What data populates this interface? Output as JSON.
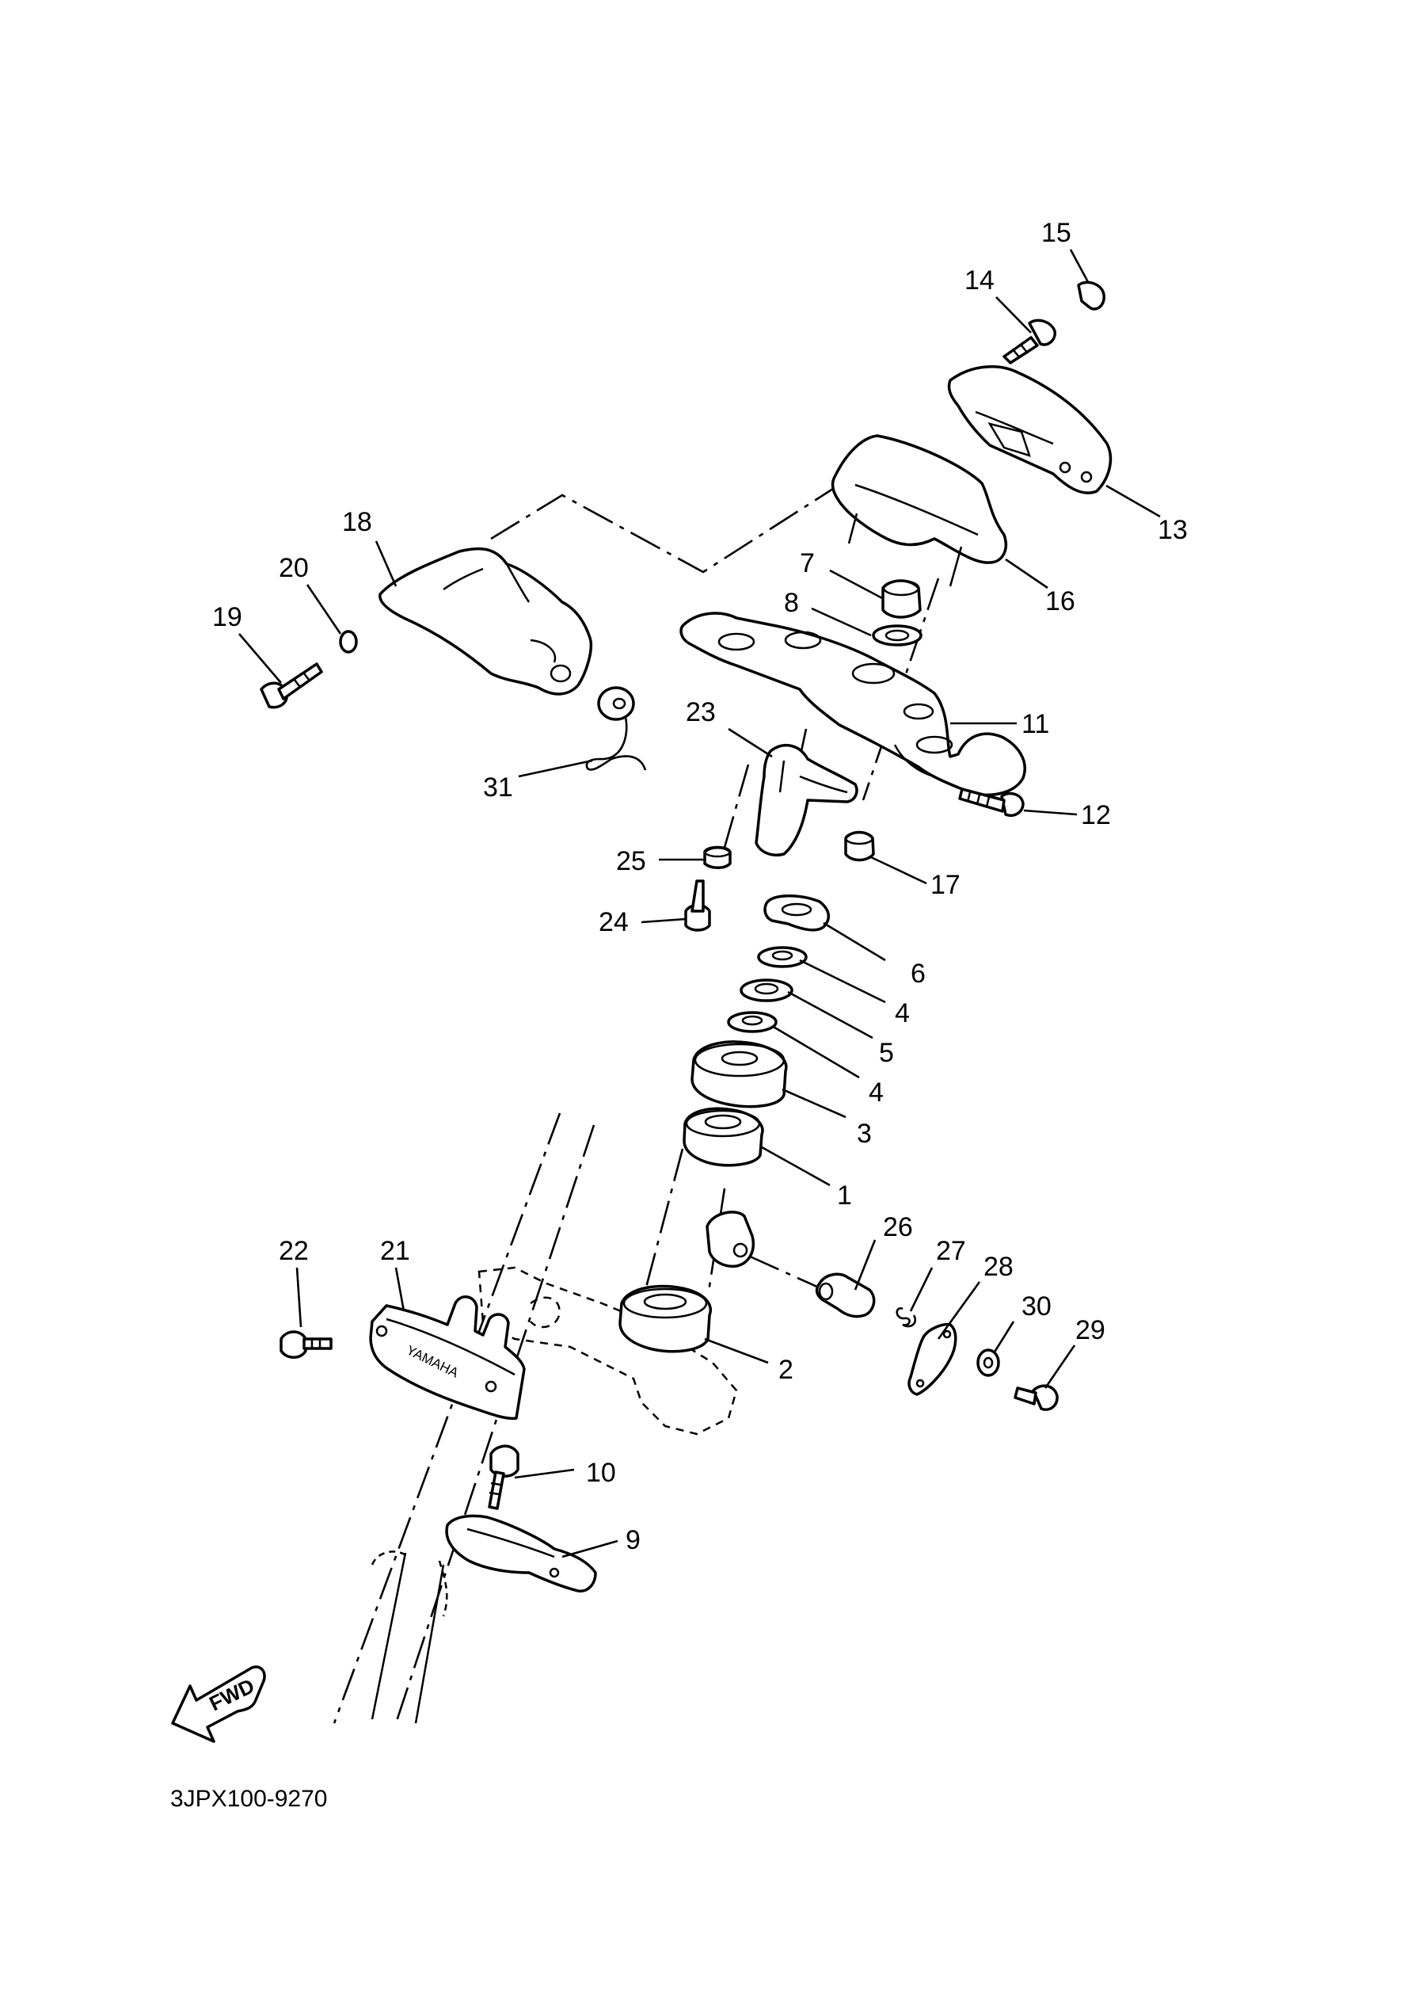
{
  "diagram": {
    "drawing_code": "3JPX100-9270",
    "direction_label": "FWD",
    "brand_mark": "YAMAHA",
    "callouts": [
      "1",
      "2",
      "3",
      "4",
      "4",
      "5",
      "6",
      "7",
      "8",
      "9",
      "10",
      "11",
      "12",
      "13",
      "14",
      "15",
      "16",
      "17",
      "18",
      "19",
      "20",
      "21",
      "22",
      "23",
      "24",
      "25",
      "26",
      "27",
      "28",
      "29",
      "30",
      "31"
    ]
  }
}
